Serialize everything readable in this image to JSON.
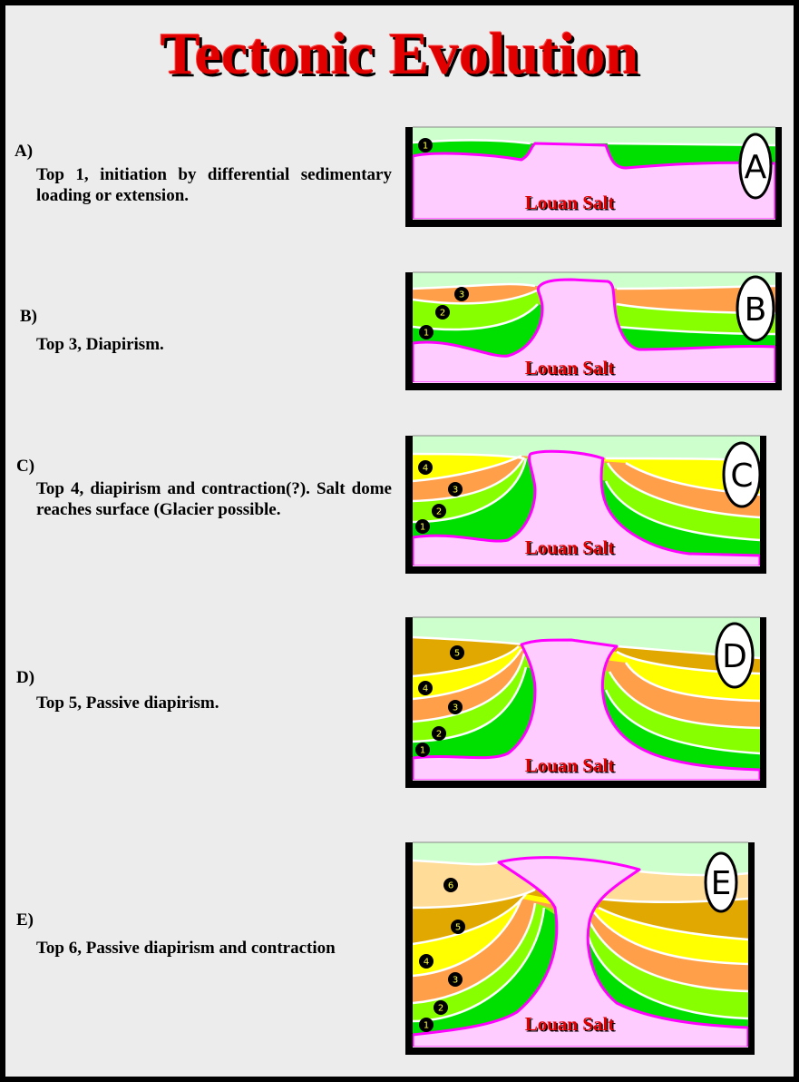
{
  "title": "Tectonic Evolution",
  "salt_label": "Louan Salt",
  "colors": {
    "sky": "#ccffcc",
    "layer1": "#00e000",
    "layer2": "#88ff00",
    "layer3": "#ff9f4a",
    "layer4": "#ffff00",
    "layer5": "#e0a800",
    "layer6": "#ffdd99",
    "salt": "#ffccff",
    "salt_outline": "#ff00ff",
    "title": "#e00000"
  },
  "stages": [
    {
      "letter": "A",
      "label": "A)",
      "text": "Top 1, initiation by differential sedimentary loading or extension.",
      "layers": [
        "1"
      ]
    },
    {
      "letter": "B",
      "label": "B)",
      "text": "Top 3, Diapirism.",
      "layers": [
        "1",
        "2",
        "3"
      ]
    },
    {
      "letter": "C",
      "label": "C)",
      "text": "Top 4, diapirism and contraction(?). Salt dome reaches surface (Glacier possible.",
      "layers": [
        "1",
        "2",
        "3",
        "4"
      ]
    },
    {
      "letter": "D",
      "label": "D)",
      "text": "Top 5, Passive diapirism.",
      "layers": [
        "1",
        "2",
        "3",
        "4",
        "5"
      ]
    },
    {
      "letter": "E",
      "label": "E)",
      "text": "Top 6, Passive diapirism and contraction",
      "layers": [
        "1",
        "2",
        "3",
        "4",
        "5",
        "6"
      ]
    }
  ]
}
